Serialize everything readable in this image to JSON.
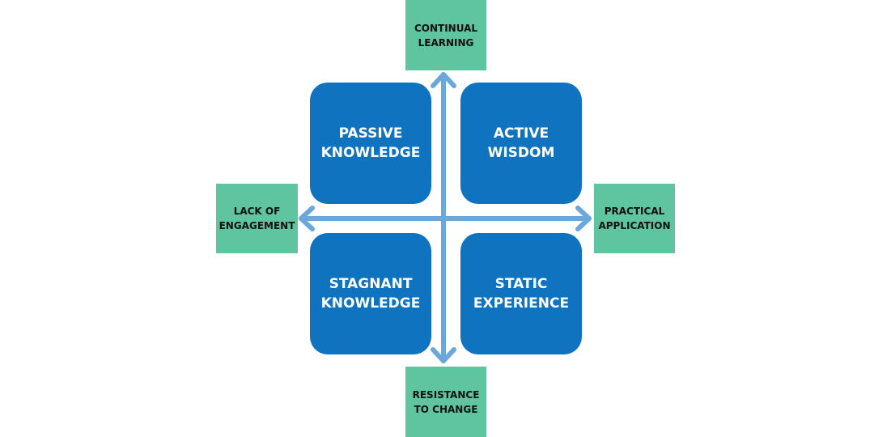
{
  "colors": {
    "quadrant": "#0f73c0",
    "label_box": "#5fc4a0",
    "axis": "#6aa8dc"
  },
  "quadrants": {
    "top_left": {
      "line1": "PASSIVE",
      "line2": "KNOWLEDGE"
    },
    "top_right": {
      "line1": "ACTIVE",
      "line2": "WISDOM"
    },
    "bottom_left": {
      "line1": "STAGNANT",
      "line2": "KNOWLEDGE"
    },
    "bottom_right": {
      "line1": "STATIC",
      "line2": "EXPERIENCE"
    }
  },
  "axis_labels": {
    "top": {
      "line1": "CONTINUAL",
      "line2": "LEARNING"
    },
    "bottom": {
      "line1": "RESISTANCE",
      "line2": "TO CHANGE"
    },
    "left": {
      "line1": "LACK OF",
      "line2": "ENGAGEMENT"
    },
    "right": {
      "line1": "PRACTICAL",
      "line2": "APPLICATION"
    }
  }
}
